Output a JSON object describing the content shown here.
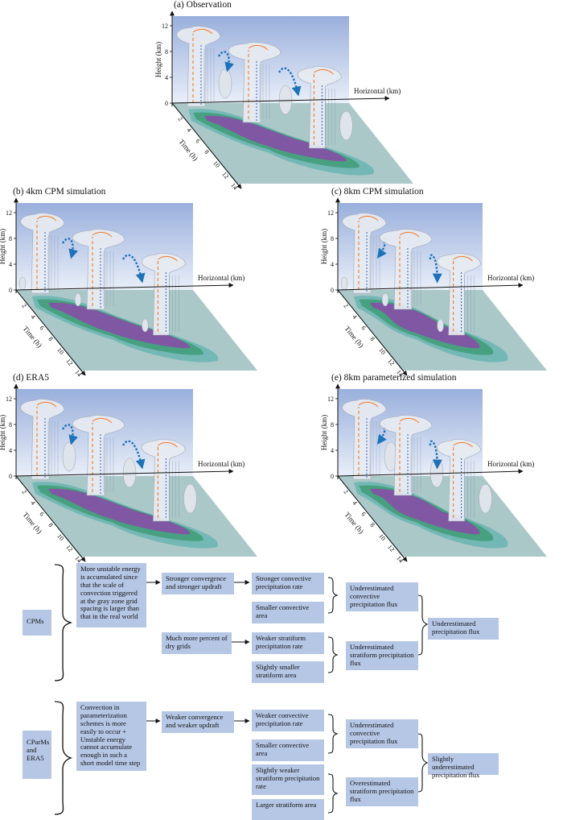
{
  "panels": [
    {
      "id": "a",
      "title": "(a) Observation",
      "clouds": 3
    },
    {
      "id": "b",
      "title": "(b) 4km CPM simulation",
      "clouds": 3
    },
    {
      "id": "c",
      "title": "(c) 8km CPM simulation",
      "clouds": 3
    },
    {
      "id": "d",
      "title": "(d) ERA5",
      "clouds": 3
    },
    {
      "id": "e",
      "title": "(e) 8km parameterized simulation",
      "clouds": 3
    }
  ],
  "axes": {
    "height_label": "Height (km)",
    "horizontal_label": "Horizontal (km)",
    "time_label": "Time (h)",
    "height_ticks": [
      "0",
      "4",
      "8",
      "12"
    ],
    "time_ticks": [
      "2",
      "4",
      "6",
      "8",
      "10",
      "12",
      "14"
    ]
  },
  "flow": {
    "cpms": {
      "group": "CPMs",
      "cause": "More unstable energy is accumulated since that the scale of convection triggered at the gray zone grid spacing is larger than that in the real world",
      "conv": "Stronger convergence and stronger updraft",
      "dry": "Much more percent of dry grids",
      "conv_rate": "Stronger convective precipitation rate",
      "conv_area": "Smaller convective area",
      "strat_rate": "Weaker stratiform precipitation rate",
      "strat_area": "Slightly smaller stratiform area",
      "conv_flux": "Underestimated convective precipitation flux",
      "strat_flux": "Underestimated stratiform precipitation flux",
      "total": "Underestimated precipitation flux"
    },
    "cparms": {
      "group": "CParMs and ERA5",
      "cause": "Convection in parameterization schemes is more easily to occur  + Unstable energy cannot accumulate enough in such a short model time step",
      "conv": "Weaker convergence and weaker updraft",
      "conv_rate": "Weaker convective precipitation rate",
      "conv_area": "Smaller convective area",
      "strat_rate": "Slightly weaker stratiform precipitation rate",
      "strat_area": "Larger stratiform area",
      "conv_flux": "Underestimated convective precipitation flux",
      "strat_flux": "Overestimated stratiform precipitation flux",
      "total": "Slightly underestimated precipitation flux"
    }
  },
  "colors": {
    "box": "#b6c7e6",
    "wall": "#a9bde3",
    "floor": "#8fb5b5",
    "precip_green": "#3f9b76",
    "precip_purple": "#8a4aa8",
    "updraft": "#f07a2a",
    "downdraft": "#2a5fd8",
    "propagation": "#1d72b8"
  }
}
